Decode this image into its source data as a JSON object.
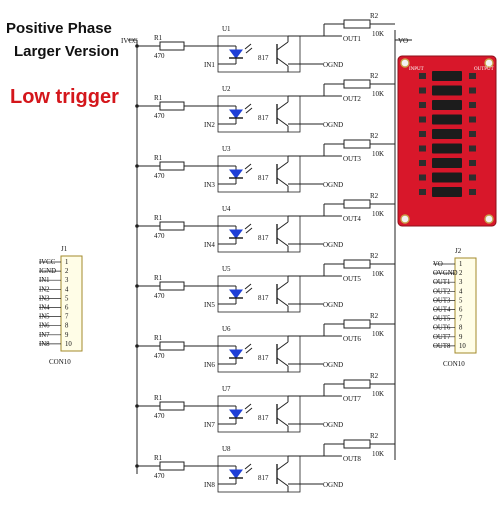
{
  "header": {
    "title_line1": "Positive Phase",
    "title_line2": "Larger Version",
    "mode_label": "Low trigger"
  },
  "supply": {
    "vcc_label": "IVCC",
    "vo_label": "VO"
  },
  "channels": [
    {
      "resistor_ref": "R1",
      "resistor_val": "470",
      "opto_ref": "U1",
      "opto_part": "817",
      "input": "IN1",
      "gnd": "OGND",
      "pullup_ref": "R2",
      "pullup_val": "10K",
      "output": "OUT1"
    },
    {
      "resistor_ref": "R1",
      "resistor_val": "470",
      "opto_ref": "U2",
      "opto_part": "817",
      "input": "IN2",
      "gnd": "OGND",
      "pullup_ref": "R2",
      "pullup_val": "10K",
      "output": "OUT2"
    },
    {
      "resistor_ref": "R1",
      "resistor_val": "470",
      "opto_ref": "U3",
      "opto_part": "817",
      "input": "IN3",
      "gnd": "OGND",
      "pullup_ref": "R2",
      "pullup_val": "10K",
      "output": "OUT3"
    },
    {
      "resistor_ref": "R1",
      "resistor_val": "470",
      "opto_ref": "U4",
      "opto_part": "817",
      "input": "IN4",
      "gnd": "OGND",
      "pullup_ref": "R2",
      "pullup_val": "10K",
      "output": "OUT4"
    },
    {
      "resistor_ref": "R1",
      "resistor_val": "470",
      "opto_ref": "U5",
      "opto_part": "817",
      "input": "IN5",
      "gnd": "OGND",
      "pullup_ref": "R2",
      "pullup_val": "10K",
      "output": "OUT5"
    },
    {
      "resistor_ref": "R1",
      "resistor_val": "470",
      "opto_ref": "U6",
      "opto_part": "817",
      "input": "IN6",
      "gnd": "OGND",
      "pullup_ref": "R2",
      "pullup_val": "10K",
      "output": "OUT6"
    },
    {
      "resistor_ref": "R1",
      "resistor_val": "470",
      "opto_ref": "U7",
      "opto_part": "817",
      "input": "IN7",
      "gnd": "OGND",
      "pullup_ref": "R2",
      "pullup_val": "10K",
      "output": "OUT7"
    },
    {
      "resistor_ref": "R1",
      "resistor_val": "470",
      "opto_ref": "U8",
      "opto_part": "817",
      "input": "IN8",
      "gnd": "OGND",
      "pullup_ref": "R2",
      "pullup_val": "10K",
      "output": "OUT8"
    }
  ],
  "connector_j1": {
    "ref": "J1",
    "name": "CON10",
    "signals": [
      "IVCC",
      "IGND",
      "IN1",
      "IN2",
      "IN3",
      "IN4",
      "IN5",
      "IN6",
      "IN7",
      "IN8"
    ],
    "pins": [
      "1",
      "2",
      "3",
      "4",
      "5",
      "6",
      "7",
      "8",
      "9",
      "10"
    ]
  },
  "connector_j2": {
    "ref": "J2",
    "name": "CON10",
    "signals": [
      "VO",
      "OVGND",
      "OUT1",
      "OUT2",
      "OUT3",
      "OUT4",
      "OUT5",
      "OUT6",
      "OUT7",
      "OUT8"
    ],
    "pins": [
      "1",
      "2",
      "3",
      "4",
      "5",
      "6",
      "7",
      "8",
      "9",
      "10"
    ]
  },
  "board_photo": {
    "board_color": "#d8172a",
    "chip_color": "#1c1c1c",
    "silk_left": "INPUT",
    "silk_right": "OUTPUT"
  },
  "colors": {
    "wire": "#222222",
    "led": "#1f3fd6",
    "title": "#111111",
    "accent": "#d4161b"
  }
}
